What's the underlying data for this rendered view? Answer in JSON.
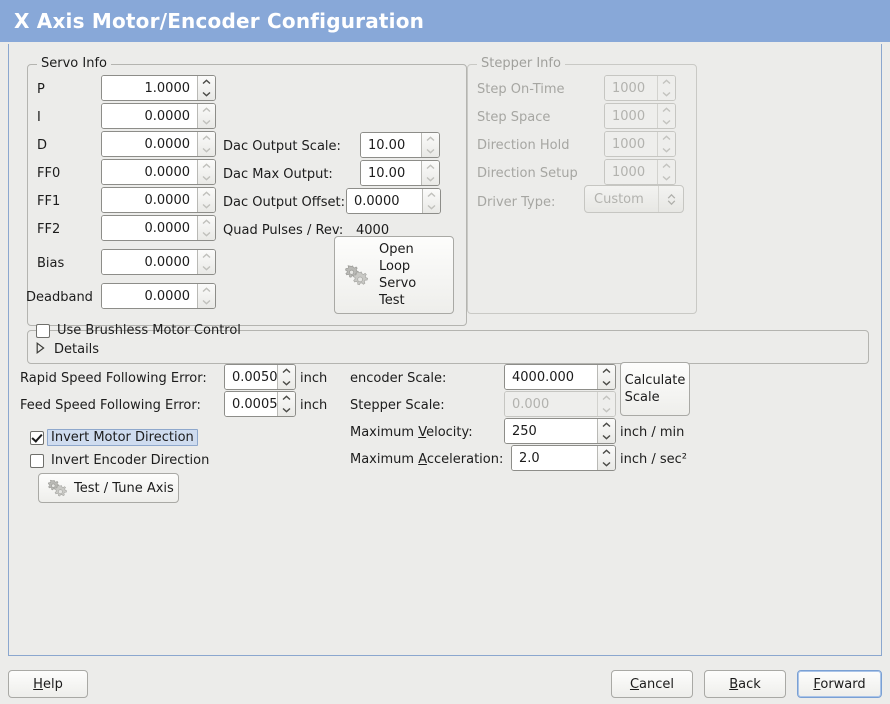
{
  "window": {
    "title": "X Axis Motor/Encoder Configuration",
    "accent_color": "#88a8d8",
    "background_color": "#ececea"
  },
  "servo_info": {
    "legend": "Servo Info",
    "fields": [
      {
        "label": "P",
        "value": "1.0000"
      },
      {
        "label": "I",
        "value": "0.0000"
      },
      {
        "label": "D",
        "value": "0.0000"
      },
      {
        "label": "FF0",
        "value": "0.0000"
      },
      {
        "label": "FF1",
        "value": "0.0000"
      },
      {
        "label": "FF2",
        "value": "0.0000"
      },
      {
        "label": "Bias",
        "value": "0.0000"
      },
      {
        "label": "Deadband",
        "value": "0.0000"
      }
    ],
    "dac": [
      {
        "label": "Dac Output Scale:",
        "value": "10.00"
      },
      {
        "label": "Dac Max Output:",
        "value": "10.00"
      },
      {
        "label": "Dac Output Offset:",
        "value": "0.0000"
      }
    ],
    "quad_pulses_label": "Quad Pulses / Rev:",
    "quad_pulses_value": "4000",
    "open_loop_button": {
      "lines": [
        "Open",
        "Loop",
        "Servo",
        "Test"
      ],
      "icon": "gears-icon"
    }
  },
  "stepper_info": {
    "legend": "Stepper Info",
    "enabled": false,
    "fields": [
      {
        "label": "Step On-Time",
        "value": "1000"
      },
      {
        "label": "Step Space",
        "value": "1000"
      },
      {
        "label": "Direction Hold",
        "value": "1000"
      },
      {
        "label": "Direction Setup",
        "value": "1000"
      }
    ],
    "driver_type": {
      "label": "Driver Type:",
      "value": "Custom"
    }
  },
  "brushless": {
    "checkbox_label": "Use Brushless Motor Control",
    "checked": false,
    "details_label": "Details",
    "details_expanded": false
  },
  "following_error": {
    "rapid": {
      "label": "Rapid Speed Following Error:",
      "value": "0.0050",
      "unit": "inch"
    },
    "feed": {
      "label": "Feed Speed Following Error:",
      "value": "0.0005",
      "unit": "inch"
    }
  },
  "direction": {
    "invert_motor": {
      "label": "Invert Motor Direction",
      "checked": true,
      "focused": true
    },
    "invert_encoder": {
      "label": "Invert Encoder Direction",
      "checked": false,
      "focused": false
    }
  },
  "test_tune_button": {
    "label": "Test / Tune Axis",
    "icon": "gears-icon"
  },
  "scale": {
    "encoder": {
      "label": "encoder Scale:",
      "value": "4000.000",
      "enabled": true
    },
    "stepper": {
      "label": "Stepper Scale:",
      "value": "0.000",
      "enabled": false
    },
    "calculate_button": {
      "lines": [
        "Calculate",
        "Scale"
      ]
    }
  },
  "limits": {
    "velocity": {
      "label_pre": "Maximum ",
      "label_mnemonic": "V",
      "label_post": "elocity:",
      "value": "250",
      "unit": "inch / min"
    },
    "acceleration": {
      "label_pre": "Maximum ",
      "label_mnemonic": "A",
      "label_post": "cceleration:",
      "value": "2.0",
      "unit": "inch / sec²"
    }
  },
  "actions": {
    "help": {
      "pre": "",
      "mnemonic": "H",
      "post": "elp"
    },
    "cancel": {
      "pre": "",
      "mnemonic": "C",
      "post": "ancel"
    },
    "back": {
      "pre": "",
      "mnemonic": "B",
      "post": "ack"
    },
    "forward": {
      "pre": "",
      "mnemonic": "F",
      "post": "orward",
      "focused": true
    }
  }
}
